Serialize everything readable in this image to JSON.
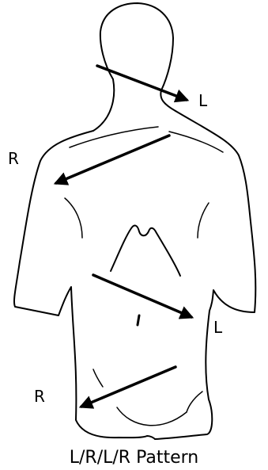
{
  "caption": "L/R/L/R Pattern",
  "labels": {
    "first": "L",
    "second": "R",
    "third": "L",
    "fourth": "R"
  },
  "colors": {
    "line": "#000000",
    "background": "#ffffff"
  }
}
